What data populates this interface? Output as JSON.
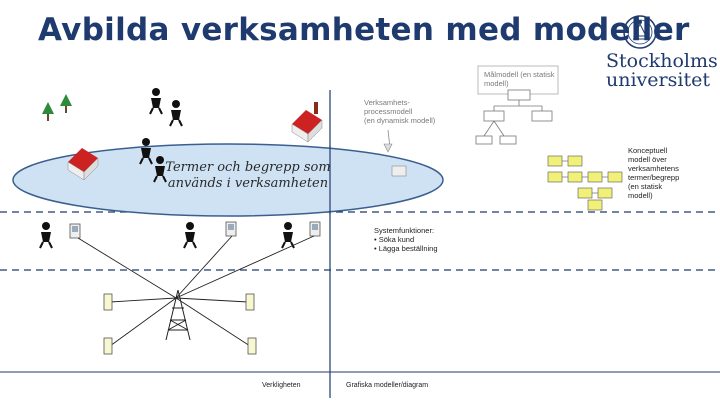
{
  "title": "Avbilda verksamheten med modeller",
  "logo": {
    "line1": "Stockholms",
    "line2": "universitet",
    "emblem": "university-seal-icon"
  },
  "labels": {
    "goal_model": [
      "Målmodell (en statisk",
      "modell)"
    ],
    "process_model": [
      "Verksamhets-",
      "processmodell",
      "(en dynamisk modell)"
    ],
    "concept_model": [
      "Konceptuell",
      "modell över",
      "verksamhetens",
      "termer/begrepp",
      "(en statisk",
      "modell)"
    ],
    "system_functions": [
      "Systemfunktioner:",
      "• Söka kund",
      "• Lägga beställning"
    ],
    "ellipse_text": [
      "Termer och begrepp som",
      "används i verksamheten"
    ],
    "reality": "Verkligheten",
    "graphic_models": "Grafiska modeller/diagram"
  },
  "colors": {
    "title": "#1f3a6e",
    "ellipse_fill": "#cfe2f3",
    "ellipse_stroke": "#3a5f8f",
    "concept_box": "#f1f17a",
    "house_roof": "#cc2222",
    "tree": "#2e8b3a"
  }
}
